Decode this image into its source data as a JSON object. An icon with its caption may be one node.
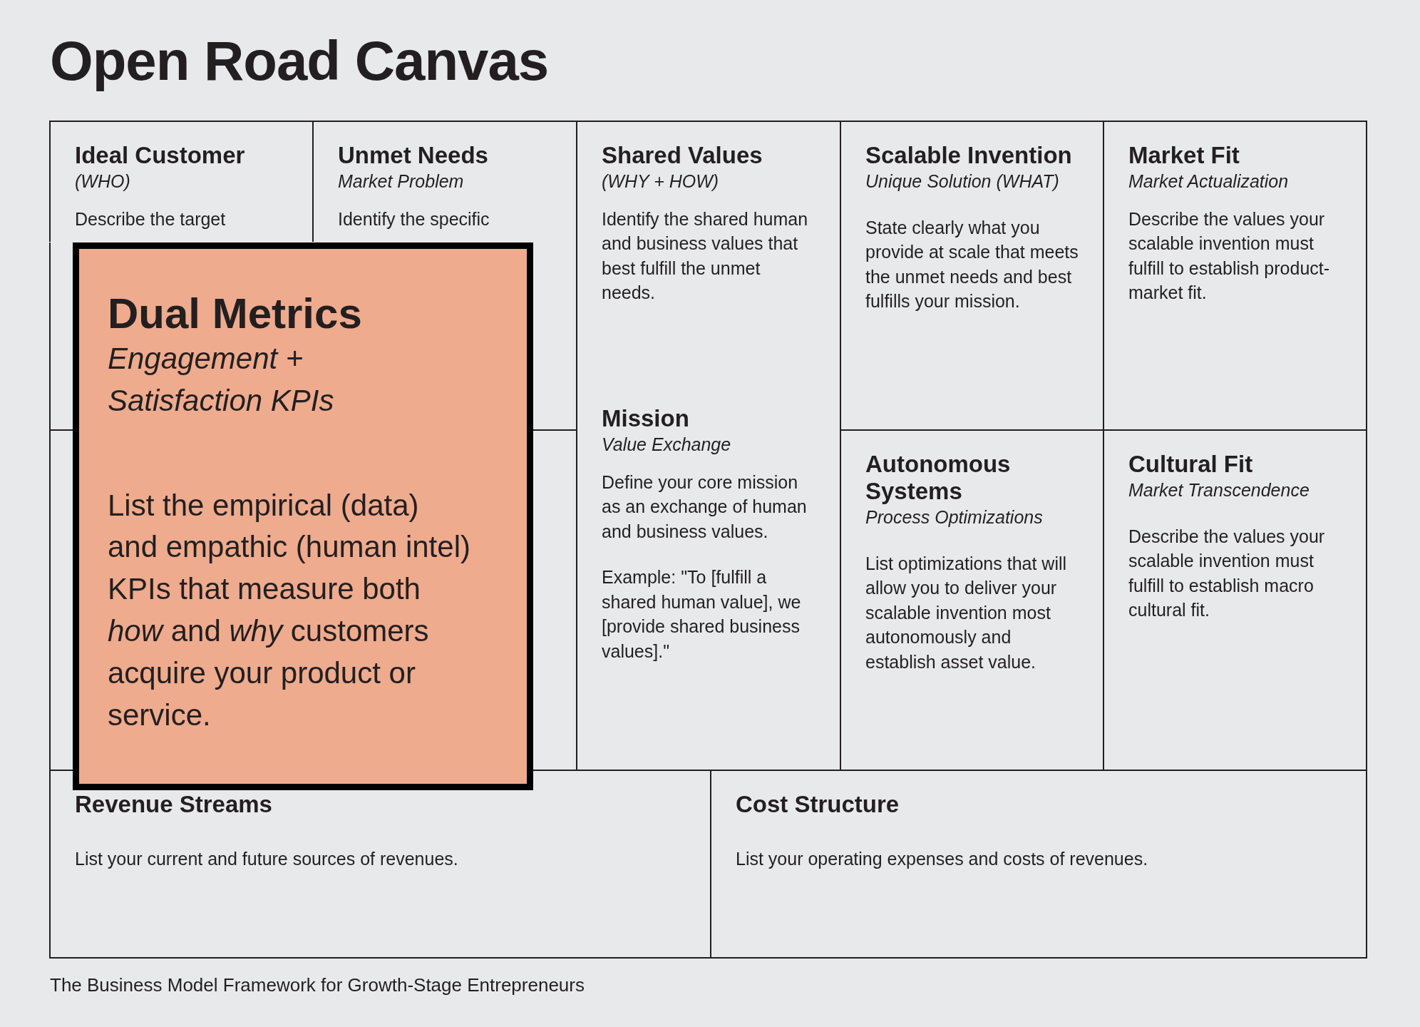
{
  "diagram": {
    "title": "Open Road Canvas",
    "nodes": [
      {
        "text": [
          "Ideal Customer",
          "(WHO)",
          "Describe the target"
        ]
      },
      {
        "text": [
          "Unmet Needs",
          "Market Problem",
          "Identify the specific"
        ]
      },
      {
        "text": [
          "Shared Values",
          "(WHY + HOW)",
          "Identify the shared human and business values that best fulfill the unmet needs.",
          "Mission",
          "Value Exchange",
          "Define your core mission as an exchange of human and business values.",
          "Example: \"To [fulfill a shared human value], we [provide shared business values].\""
        ]
      },
      {
        "text": [
          "Scalable Invention",
          "Unique Solution (WHAT)",
          "State clearly what you provide at scale that meets the unmet needs and best fulfills your mission."
        ]
      },
      {
        "text": [
          "Market Fit",
          "Market Actualization",
          "Describe the values your scalable invention must fulfill to establish product-market fit."
        ]
      },
      {
        "text": [
          "Autonomous Systems",
          "Process Optimizations",
          "List optimizations that will allow you to deliver your scalable invention most autonomously and establish asset value."
        ]
      },
      {
        "text": [
          "Cultural Fit",
          "Market Transcendence",
          "Describe the values your scalable invention must fulfill to establish macro cultural fit."
        ]
      },
      {
        "text": [
          "Revenue Streams",
          "List your current and future sources of revenues."
        ]
      },
      {
        "text": [
          "Cost Structure",
          "List your operating expenses and costs of revenues."
        ]
      },
      {
        "text": [
          "Dual Metrics",
          "Engagement + Satisfaction KPIs",
          "List the empirical (data) and empathic (human intel) KPIs that measure both *how* and *why* customers acquire your product or service."
        ]
      }
    ],
    "labels": [
      "The Business Model Framework for Growth-Stage Entrepreneurs"
    ]
  }
}
